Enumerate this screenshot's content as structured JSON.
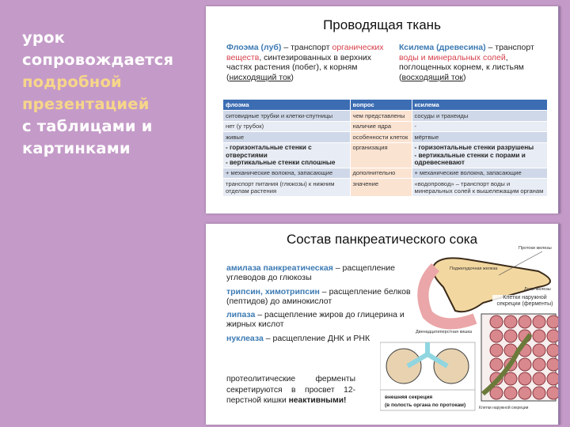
{
  "lead": {
    "line1": "урок",
    "line2": "сопровождается",
    "line3": "подробной",
    "line4": "презентацией",
    "line5": "с таблицами и",
    "line6": "картинками"
  },
  "colors": {
    "background": "#c49bc8",
    "highlight": "#f7d68a",
    "term": "#3c7ab3",
    "accent_red": "#d6404b",
    "table_header": "#3c6db3"
  },
  "slide1": {
    "title": "Проводящая ткань",
    "phloem": {
      "term": "Флоэма (луб)",
      "t1": " – транспорт ",
      "red": "органических веществ",
      "t2": ", синтезированных в верхних частях растения (побег), к корням (",
      "underline": "нисходящий ток",
      "t3": ")"
    },
    "xylem": {
      "term": "Ксилема (древесина)",
      "t1": " – транспорт ",
      "red1": "воды и минеральных солей",
      "t2": ", поглощенных корнем, к листьям (",
      "underline": "восходящий ток",
      "t3": ")"
    },
    "table": {
      "headers": [
        "флоэма",
        "вопрос",
        "ксилема"
      ],
      "rows": [
        [
          "ситовидные трубки и клетки-спутницы",
          "чем представлены",
          "сосуды и трахеиды"
        ],
        [
          "нет (у трубок)",
          "наличие ядра",
          "-"
        ],
        [
          "живые",
          "особенности клеток",
          "мёртвые"
        ],
        [
          "- горизонтальные стенки с отверстиями\n- вертикальные стенки сплошные",
          "организация",
          "- горизонтальные стенки разрушены\n- вертикальные стенки с порами и одревесневают"
        ],
        [
          "+ механические волокна, запасающие",
          "дополнительно",
          "+ механические волокна, запасающие"
        ],
        [
          "транспорт питания (глюкозы) к нижним отделам растения",
          "значение",
          "«водопровод» – транспорт воды и минеральных солей к вышележащим органам"
        ]
      ]
    }
  },
  "slide2": {
    "title": "Состав панкреатического сока",
    "enzymes": [
      {
        "name": "амилаза панкреатическая",
        "desc": " – расщепление углеводов до глюкозы"
      },
      {
        "name": "трипсин, химотрипсин",
        "desc": " – расщепление белков (пептидов) до аминокислот"
      },
      {
        "name": "липаза",
        "desc": " – расщепление жиров до глицерина и жирных кислот"
      },
      {
        "name": "нуклеаза",
        "desc": " – расщепление ДНК и РНК"
      }
    ],
    "note": {
      "text": "протеолитические ферменты секретируются в просвет 12-перстной кишки ",
      "bold": "неактивными!"
    },
    "diagram": {
      "label_ducts": "Протоки железы",
      "label_pancreas": "Поджелудочная железа",
      "label_lobes": "Доли железы",
      "label_duodenum": "Двенадцатиперстная кишка",
      "label_exocrine_cells": "Клетки наружной секреции (ферменты)",
      "label_secretion": "внешняя секреция",
      "label_secretion_sub": "(в полость органа по протокам)",
      "label_bottom": "Клетки наружной секреции"
    }
  }
}
